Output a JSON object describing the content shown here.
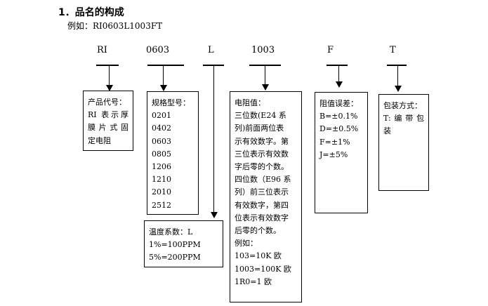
{
  "heading": "1．品名的构成",
  "example": "例如：RI0603L1003FT",
  "code_parts": [
    "RI",
    "0603",
    "L",
    "1003",
    "F",
    "T"
  ],
  "boxes": {
    "product_code": [
      "产品代号：",
      "RI 表示厚",
      "膜片式固",
      "定电阻"
    ],
    "size": [
      "规格型号：",
      "0201",
      "0402",
      "0603",
      "0805",
      "1206",
      "1210",
      "2010",
      "2512"
    ],
    "tcr": [
      "温度系数：L",
      "1%=100PPM",
      "5%=200PPM"
    ],
    "resistance": [
      "电阻值：",
      "三位数(E24 系",
      "列)前面两位表",
      "示有效数字。第",
      "三位表示有效数",
      "字后零的个数。",
      "四位数（E96 系",
      "列）前三位表示",
      "有效数字，第四",
      "位表示有效数字",
      "后零的个数。",
      "例如：",
      "103=10K 欧",
      "1003=100K 欧",
      "1R0=1 欧"
    ],
    "tolerance": [
      "阻值误差：",
      "B=±0.1%",
      "D=±0.5%",
      "F=±1%",
      "J=±5%"
    ],
    "packaging": [
      "包装方式：",
      "T:编带包",
      "装"
    ]
  }
}
